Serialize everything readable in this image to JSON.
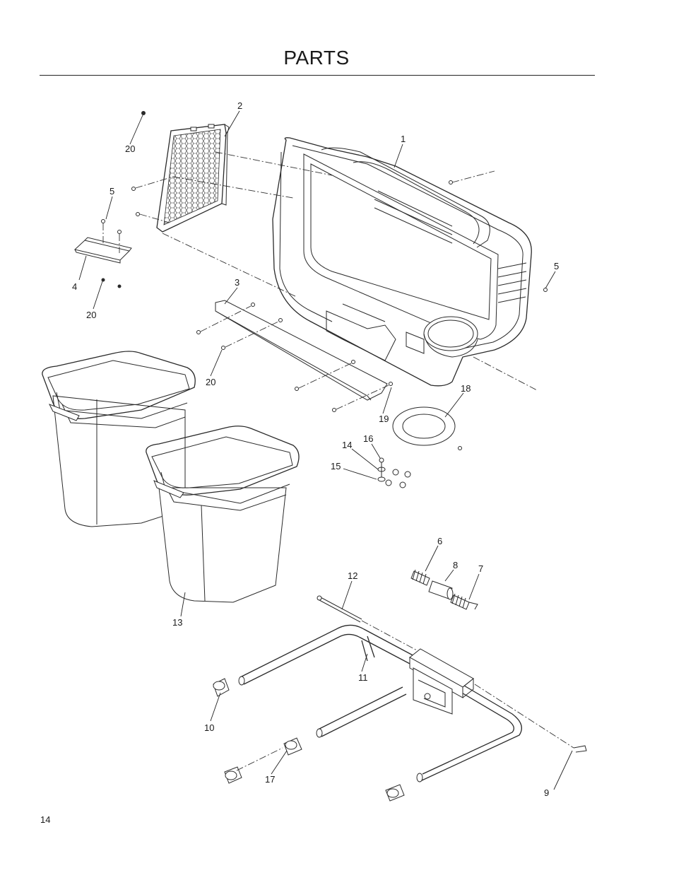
{
  "page": {
    "title": "PARTS",
    "page_number": "14"
  },
  "callouts": [
    {
      "id": "c1",
      "label": "1"
    },
    {
      "id": "c2",
      "label": "2"
    },
    {
      "id": "c3",
      "label": "3"
    },
    {
      "id": "c4",
      "label": "4"
    },
    {
      "id": "c5a",
      "label": "5"
    },
    {
      "id": "c5b",
      "label": "5"
    },
    {
      "id": "c6",
      "label": "6"
    },
    {
      "id": "c7",
      "label": "7"
    },
    {
      "id": "c8",
      "label": "8"
    },
    {
      "id": "c9",
      "label": "9"
    },
    {
      "id": "c10",
      "label": "10"
    },
    {
      "id": "c11",
      "label": "11"
    },
    {
      "id": "c12",
      "label": "12"
    },
    {
      "id": "c13",
      "label": "13"
    },
    {
      "id": "c14",
      "label": "14"
    },
    {
      "id": "c15",
      "label": "15"
    },
    {
      "id": "c16",
      "label": "16"
    },
    {
      "id": "c17",
      "label": "17"
    },
    {
      "id": "c18",
      "label": "18"
    },
    {
      "id": "c19",
      "label": "19"
    },
    {
      "id": "c20a",
      "label": "20"
    },
    {
      "id": "c20b",
      "label": "20"
    },
    {
      "id": "c20c",
      "label": "20"
    }
  ]
}
